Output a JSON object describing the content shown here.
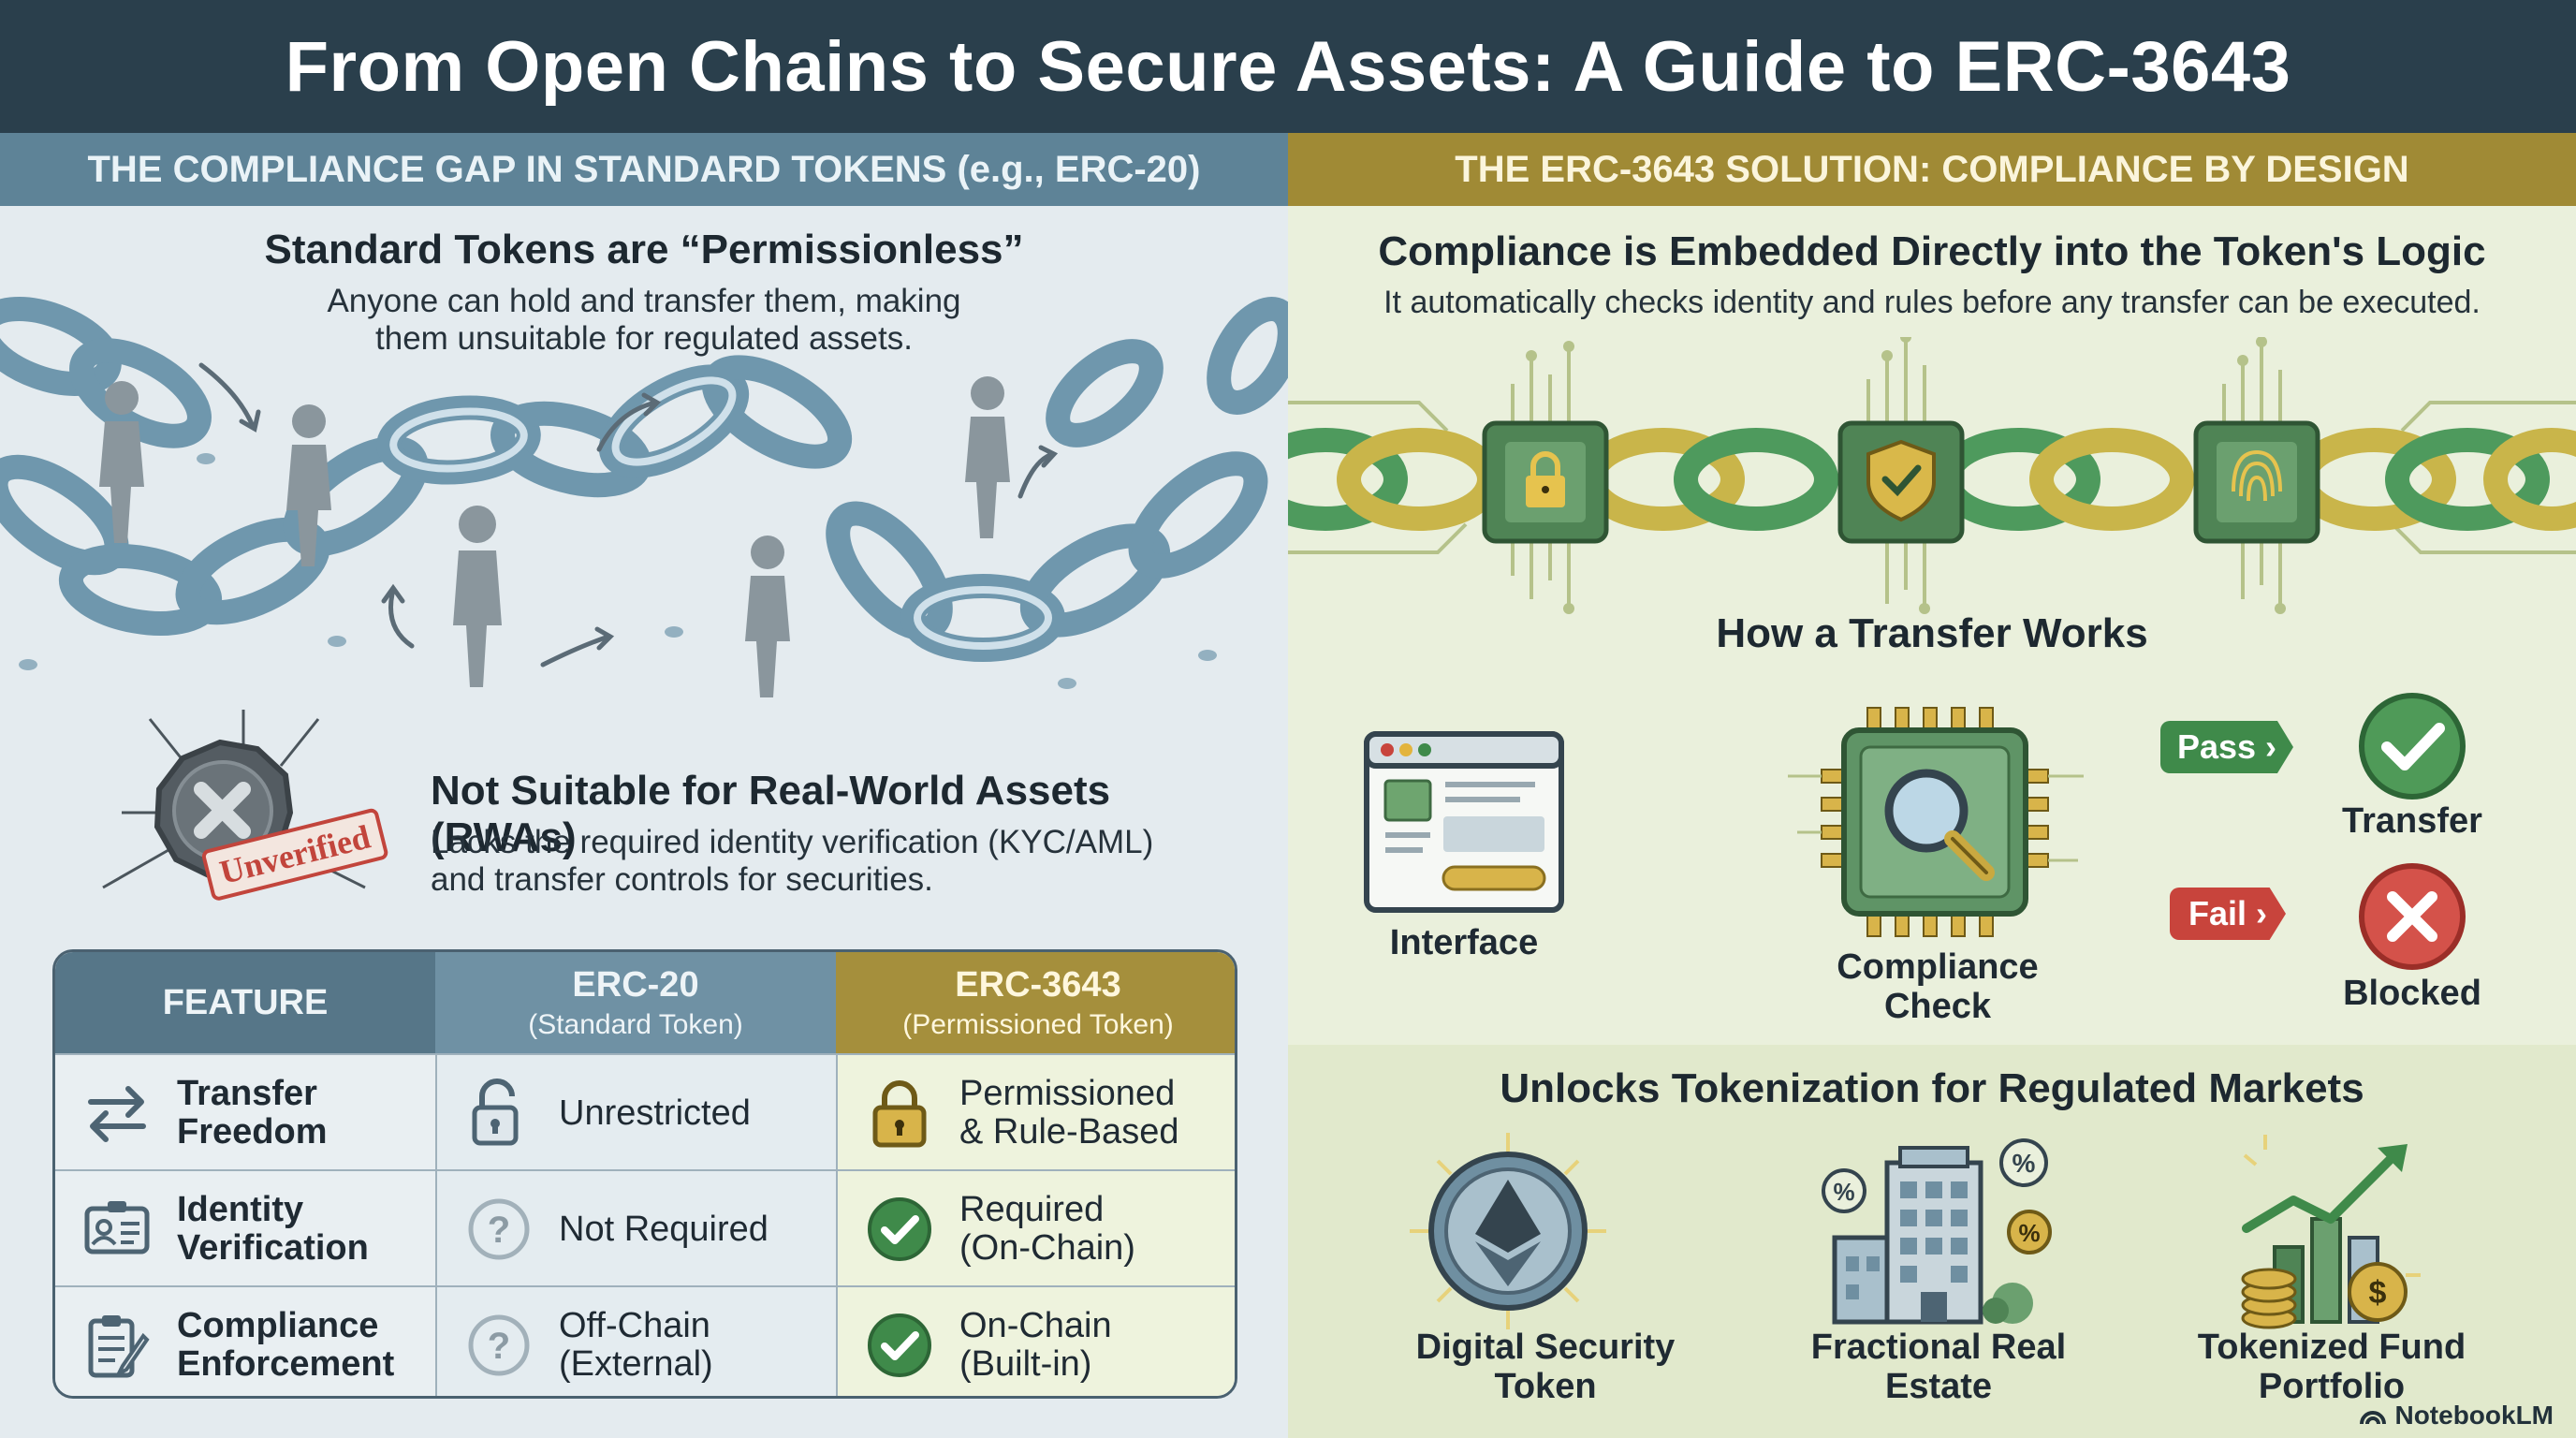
{
  "title": "From Open Chains to Secure Assets: A Guide to ERC-3643",
  "left": {
    "header": "THE COMPLIANCE GAP IN STANDARD TOKENS (e.g., ERC-20)",
    "heading": "Standard Tokens are “Permissionless”",
    "subtext_line1": "Anyone can hold and transfer them, making",
    "subtext_line2": "them unsuitable for regulated assets.",
    "rwa_heading": "Not Suitable for Real-World Assets (RWAs)",
    "rwa_line1": "Lacks the required identity verification (KYC/AML)",
    "rwa_line2": "and transfer controls for securities.",
    "stamp_label": "Unverified"
  },
  "table": {
    "col_feature": "FEATURE",
    "col_erc20": "ERC-20",
    "col_erc20_sub": "(Standard Token)",
    "col_erc3643": "ERC-3643",
    "col_erc3643_sub": "(Permissioned Token)",
    "rows": [
      {
        "feature_1": "Transfer",
        "feature_2": "Freedom",
        "erc20_1": "Unrestricted",
        "erc20_2": "",
        "erc3643_1": "Permissioned",
        "erc3643_2": "& Rule-Based"
      },
      {
        "feature_1": "Identity",
        "feature_2": "Verification",
        "erc20_1": "Not Required",
        "erc20_2": "",
        "erc3643_1": "Required",
        "erc3643_2": "(On-Chain)"
      },
      {
        "feature_1": "Compliance",
        "feature_2": "Enforcement",
        "erc20_1": "Off-Chain",
        "erc20_2": "(External)",
        "erc3643_1": "On-Chain",
        "erc3643_2": "(Built-in)"
      }
    ]
  },
  "right": {
    "header": "THE ERC-3643 SOLUTION: COMPLIANCE BY DESIGN",
    "heading": "Compliance is Embedded Directly into the Token's Logic",
    "subtext": "It automatically checks identity and rules before any transfer can be executed.",
    "flow_heading": "How a Transfer Works",
    "interface_label": "Interface",
    "check_label_1": "Compliance",
    "check_label_2": "Check",
    "pass_label": "Pass",
    "fail_label": "Fail",
    "transfer_label": "Transfer",
    "blocked_label": "Blocked",
    "unlock_heading": "Unlocks Tokenization for Regulated Markets",
    "uses": [
      {
        "line1": "Digital Security",
        "line2": "Token"
      },
      {
        "line1": "Fractional Real",
        "line2": "Estate"
      },
      {
        "line1": "Tokenized Fund",
        "line2": "Portfolio"
      }
    ]
  },
  "brand": "NotebookLM",
  "colors": {
    "title_bg": "#2a3f4c",
    "left_header": "#5e8397",
    "right_header": "#a08a35",
    "pass_green": "#3f8a4a",
    "fail_red": "#c8443c"
  }
}
